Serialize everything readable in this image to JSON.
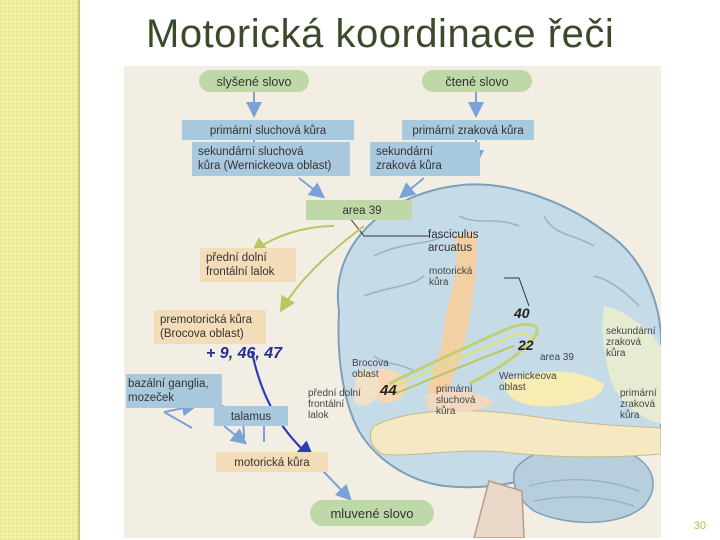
{
  "slide": {
    "title": "Motorická koordinace řeči",
    "page_number": "30"
  },
  "flow": {
    "heard_word": "slyšené slovo",
    "read_word": "čtené slovo",
    "primary_auditory": "primární sluchová kůra",
    "primary_visual": "primární zraková kůra",
    "secondary_auditory_1": "sekundární sluchová",
    "secondary_auditory_2": "kůra (Wernickeova oblast)",
    "secondary_visual_1": "sekundární",
    "secondary_visual_2": "zraková kůra",
    "area39": "area 39",
    "prefrontal_1": "přední dolní",
    "prefrontal_2": "frontální lalok",
    "premotor_1": "premotorická kůra",
    "premotor_2": "(Brocova oblast)",
    "handwritten": "+ 9, 46, 47",
    "basal_1": "bazální ganglia,",
    "basal_2": "mozeček",
    "thalamus": "talamus",
    "motor_cortex": "motorická kůra",
    "spoken_word": "mluvené slovo"
  },
  "brain": {
    "fasciculus_1": "fasciculus",
    "fasciculus_2": "arcuatus",
    "motor_1": "motorická",
    "motor_2": "kůra",
    "num40": "40",
    "num22": "22",
    "num44": "44",
    "broca_1": "Brocova",
    "broca_2": "oblast",
    "area39": "area 39",
    "wernicke_1": "Wernickeova",
    "wernicke_2": "oblast",
    "prefrontal_1": "přední dolní",
    "prefrontal_2": "frontální",
    "prefrontal_3": "lalok",
    "primary_aud_1": "primární",
    "primary_aud_2": "sluchová",
    "primary_aud_3": "kůra",
    "secondary_vis_1": "sekundární",
    "secondary_vis_2": "zraková",
    "secondary_vis_3": "kůra",
    "primary_vis_1": "primární",
    "primary_vis_2": "zraková",
    "primary_vis_3": "kůra"
  }
}
